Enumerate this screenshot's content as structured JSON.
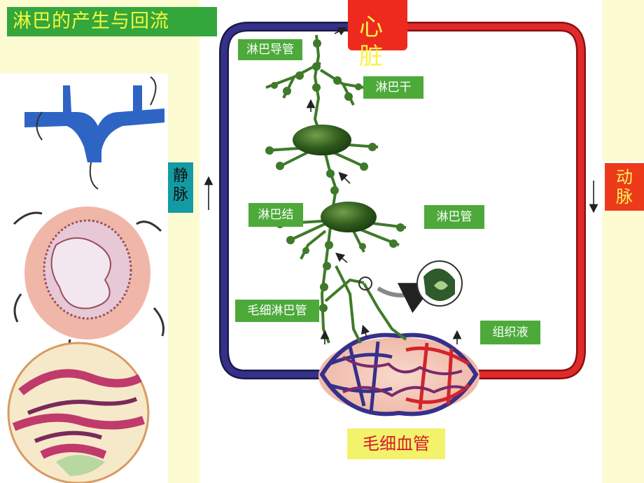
{
  "title": "淋巴的产生与回流",
  "labels": {
    "heart": [
      "心",
      "脏"
    ],
    "vein": [
      "静",
      "脉"
    ],
    "artery": [
      "动",
      "脉"
    ],
    "lymph_duct": "淋巴导管",
    "lymph_trunk": "淋巴干",
    "lymph_node": "淋巴结",
    "lymph_vessel": "淋巴管",
    "lymph_capillary": "毛细淋巴管",
    "tissue_fluid": "组织液",
    "blood_capillary": "毛细血管"
  },
  "colors": {
    "title_bg": "#33a63c",
    "title_text": "#f5f93c",
    "label_bg": "#4daa3a",
    "vein": "#2e2a78",
    "artery": "#e02a2a",
    "lymph": "#3f7a2a",
    "heart": "#ee2a1e"
  },
  "icons": {
    "vein_arrow": "arrow-up-icon",
    "artery_arrow": "arrow-down-icon"
  }
}
